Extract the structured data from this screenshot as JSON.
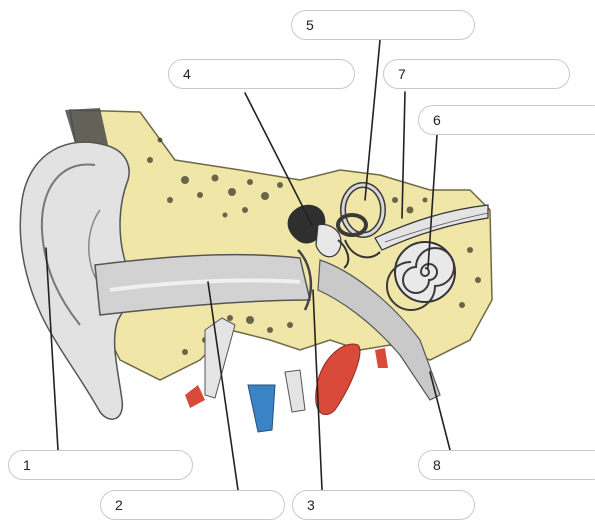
{
  "diagram": {
    "labels": [
      {
        "number": "1",
        "answer": ""
      },
      {
        "number": "2",
        "answer": ""
      },
      {
        "number": "3",
        "answer": ""
      },
      {
        "number": "4",
        "answer": ""
      },
      {
        "number": "5",
        "answer": ""
      },
      {
        "number": "6",
        "answer": ""
      },
      {
        "number": "7",
        "answer": ""
      },
      {
        "number": "8",
        "answer": ""
      }
    ],
    "colors": {
      "bone": "#efe6a8",
      "bone_pores": "#3d3a28",
      "cartilage": "#e2e2e2",
      "canal": "#d2d2d2",
      "artery": "#d94a3a",
      "vein": "#3a83c4",
      "leader_line": "#222222",
      "box_border": "#c9c9c9"
    },
    "icons": [
      "ear-anatomy-illustration"
    ]
  }
}
